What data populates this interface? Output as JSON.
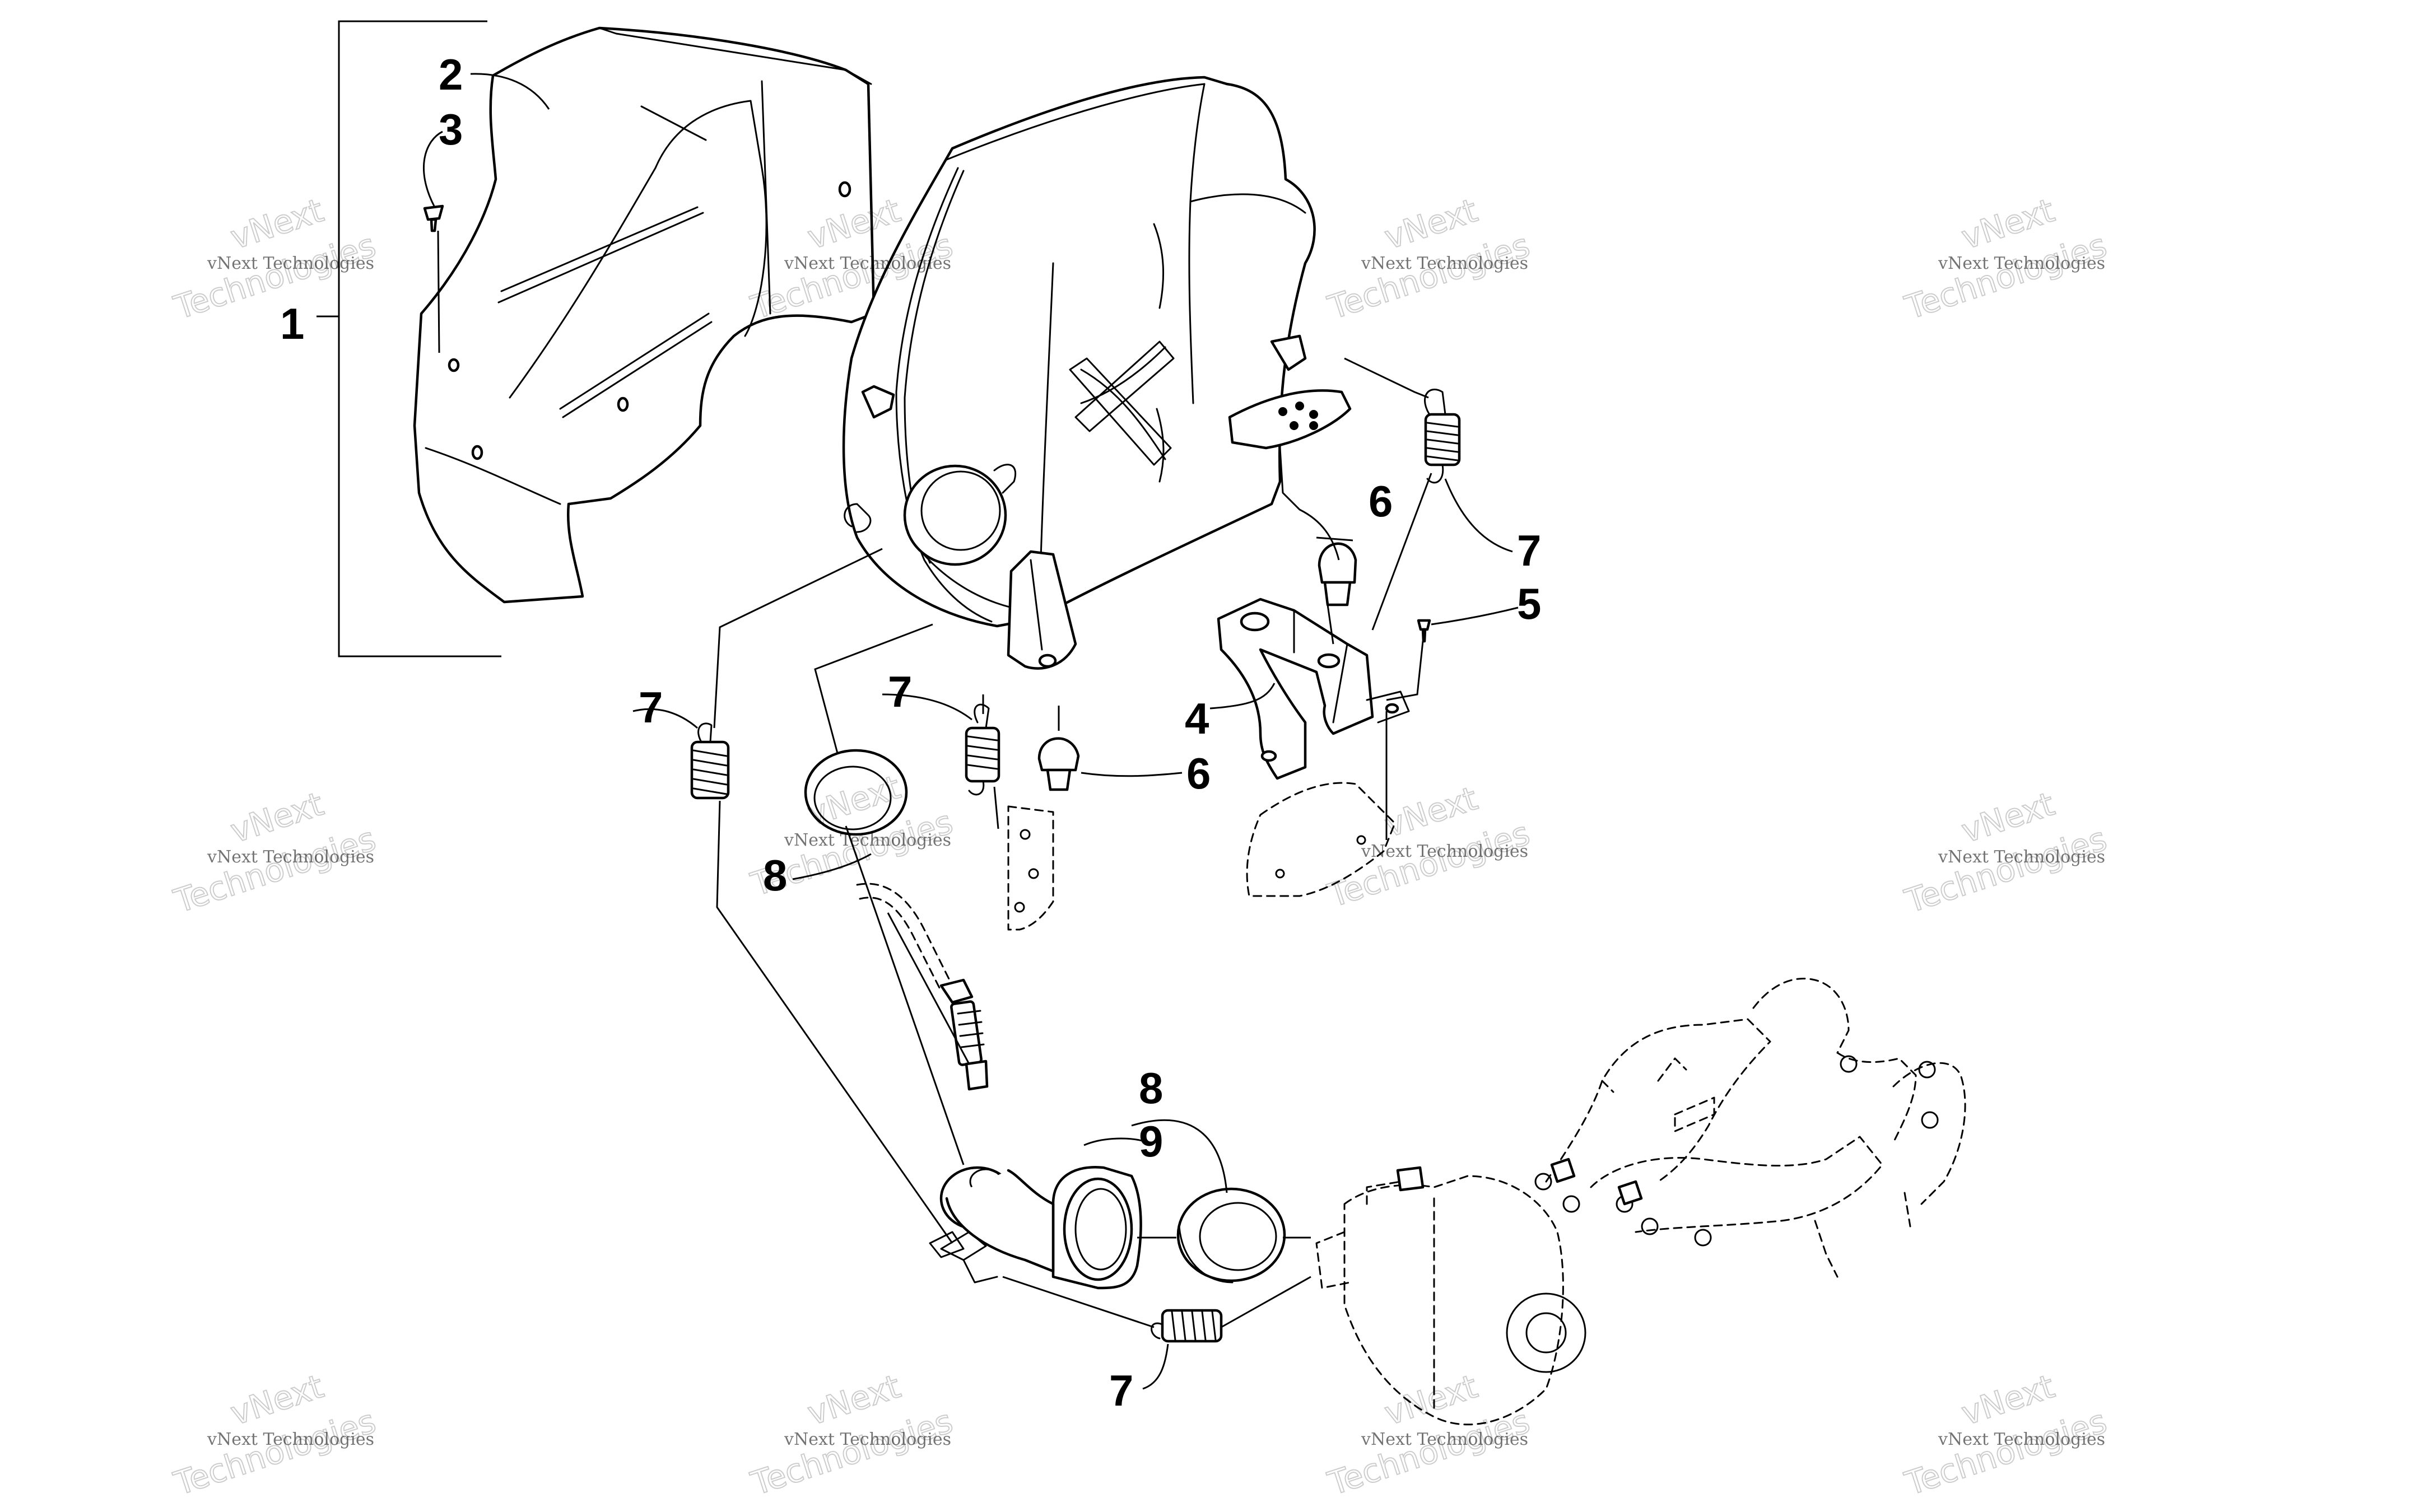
{
  "callouts": {
    "c1": "1",
    "c2": "2",
    "c3": "3",
    "c4": "4",
    "c5": "5",
    "c6a": "6",
    "c6b": "6",
    "c7a": "7",
    "c7b": "7",
    "c7c": "7",
    "c7d": "7",
    "c8a": "8",
    "c8b": "8",
    "c9": "9"
  },
  "watermark": {
    "line1": "vNext Technologies",
    "line2": "vNext",
    "line3": "Technologies"
  }
}
